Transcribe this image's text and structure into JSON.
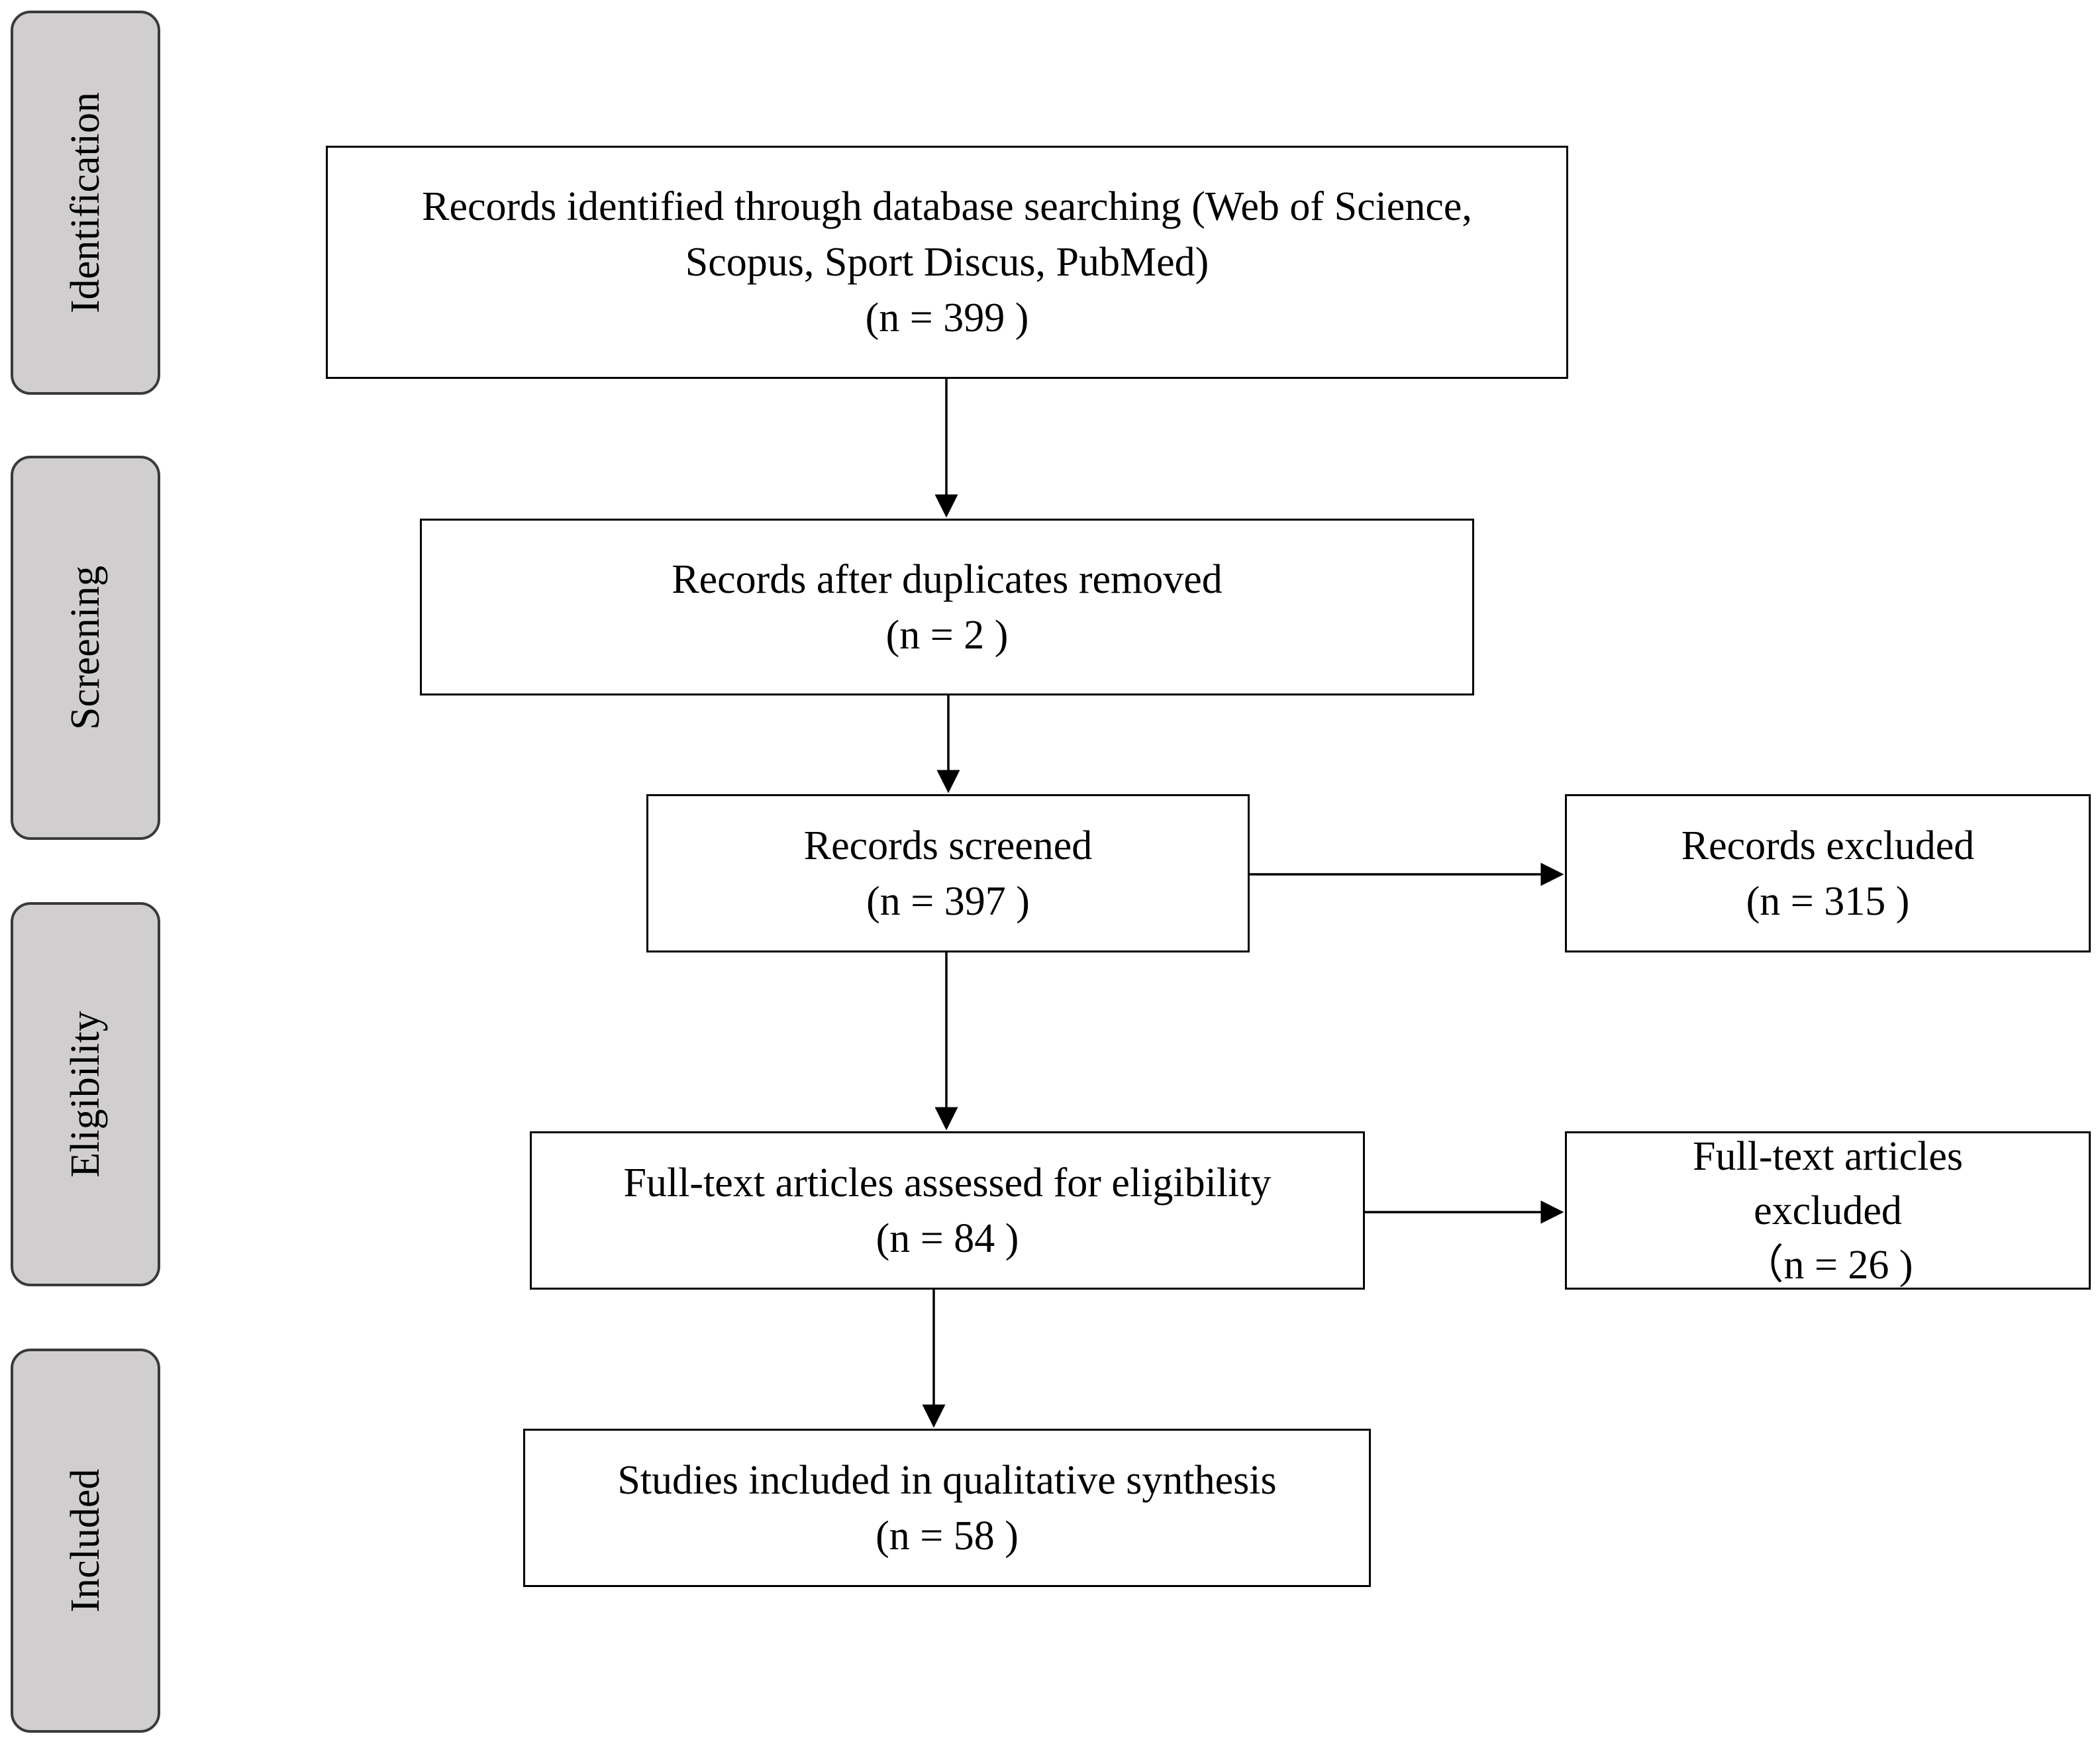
{
  "phases": {
    "identification": "Identification",
    "screening": "Screening",
    "eligibility": "Eligibility",
    "included": "Included"
  },
  "boxes": {
    "identified": {
      "line1": "Records identified through database searching (Web of Science,",
      "line2": "Scopus, Sport Discus, PubMed)",
      "count": "(n = 399 )"
    },
    "duplicates_removed": {
      "line1": "Records after duplicates removed",
      "count": "(n = 2 )"
    },
    "screened": {
      "line1": "Records screened",
      "count": "(n = 397 )"
    },
    "excluded": {
      "line1": "Records excluded",
      "count": "(n = 315 )"
    },
    "fulltext_assessed": {
      "line1": "Full-text articles assessed for eligibility",
      "count": "(n = 84 )"
    },
    "fulltext_excluded": {
      "line1": "Full-text articles",
      "line2": "excluded",
      "count": "（n = 26 )"
    },
    "included": {
      "line1": "Studies included in qualitative synthesis",
      "count": "(n = 58 )"
    }
  },
  "colors": {
    "phase_fill": "#d0cece",
    "phase_border": "#3a3a3a",
    "box_border": "#000000",
    "arrow": "#000000"
  }
}
